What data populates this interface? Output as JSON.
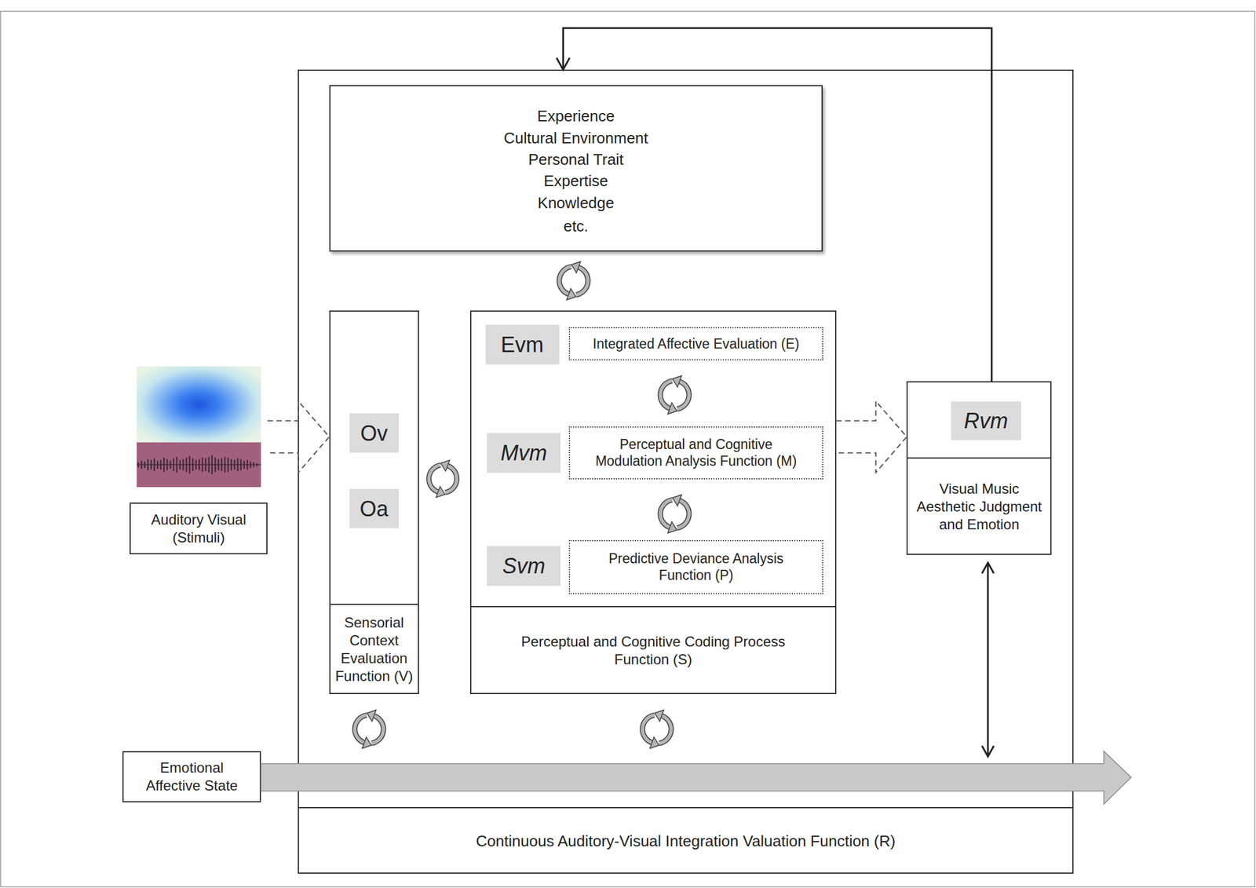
{
  "diagram": {
    "nodes": [
      {
        "text": [
          "Continuous Auditory-Visual Integration Valuation Function (R)"
        ]
      },
      {
        "text": [
          "Experience",
          "Cultural Environment",
          "Personal Trait",
          "Expertise",
          "Knowledge",
          "etc."
        ],
        "in": 0
      },
      {
        "text": [
          "Auditory Visual (Stimuli)"
        ]
      },
      {
        "text": [
          "Sensorial Context Evaluation Function (V)"
        ],
        "in": 0
      },
      {
        "text": [
          "Ov"
        ],
        "in": 3
      },
      {
        "text": [
          "Oa"
        ],
        "in": 3
      },
      {
        "text": [
          "Perceptual and Cognitive Coding Process Function (S)"
        ],
        "in": 0
      },
      {
        "text": [
          "Evm"
        ],
        "in": 6
      },
      {
        "text": [
          "Integrated Affective Evaluation (E)"
        ],
        "in": 6
      },
      {
        "text": [
          "Mvm"
        ],
        "in": 6
      },
      {
        "text": [
          "Perceptual and Cognitive Modulation Analysis Function (M)"
        ],
        "in": 6
      },
      {
        "text": [
          "Svm"
        ],
        "in": 6
      },
      {
        "text": [
          "Predictive Deviance Analysis Function (P)"
        ],
        "in": 6
      },
      {
        "text": [
          "Visual Music Aesthetic Judgment and Emotion"
        ],
        "in": 0
      },
      {
        "text": [
          "Rvm"
        ],
        "in": 13
      },
      {
        "text": [
          "Emotional Affective State"
        ]
      }
    ],
    "edges": [
      {
        "from": 2,
        "to": 3,
        "arrow": "to"
      },
      {
        "from": 6,
        "to": 13,
        "arrow": "to"
      },
      {
        "from": 13,
        "to": 0,
        "arrow": "to"
      }
    ]
  }
}
